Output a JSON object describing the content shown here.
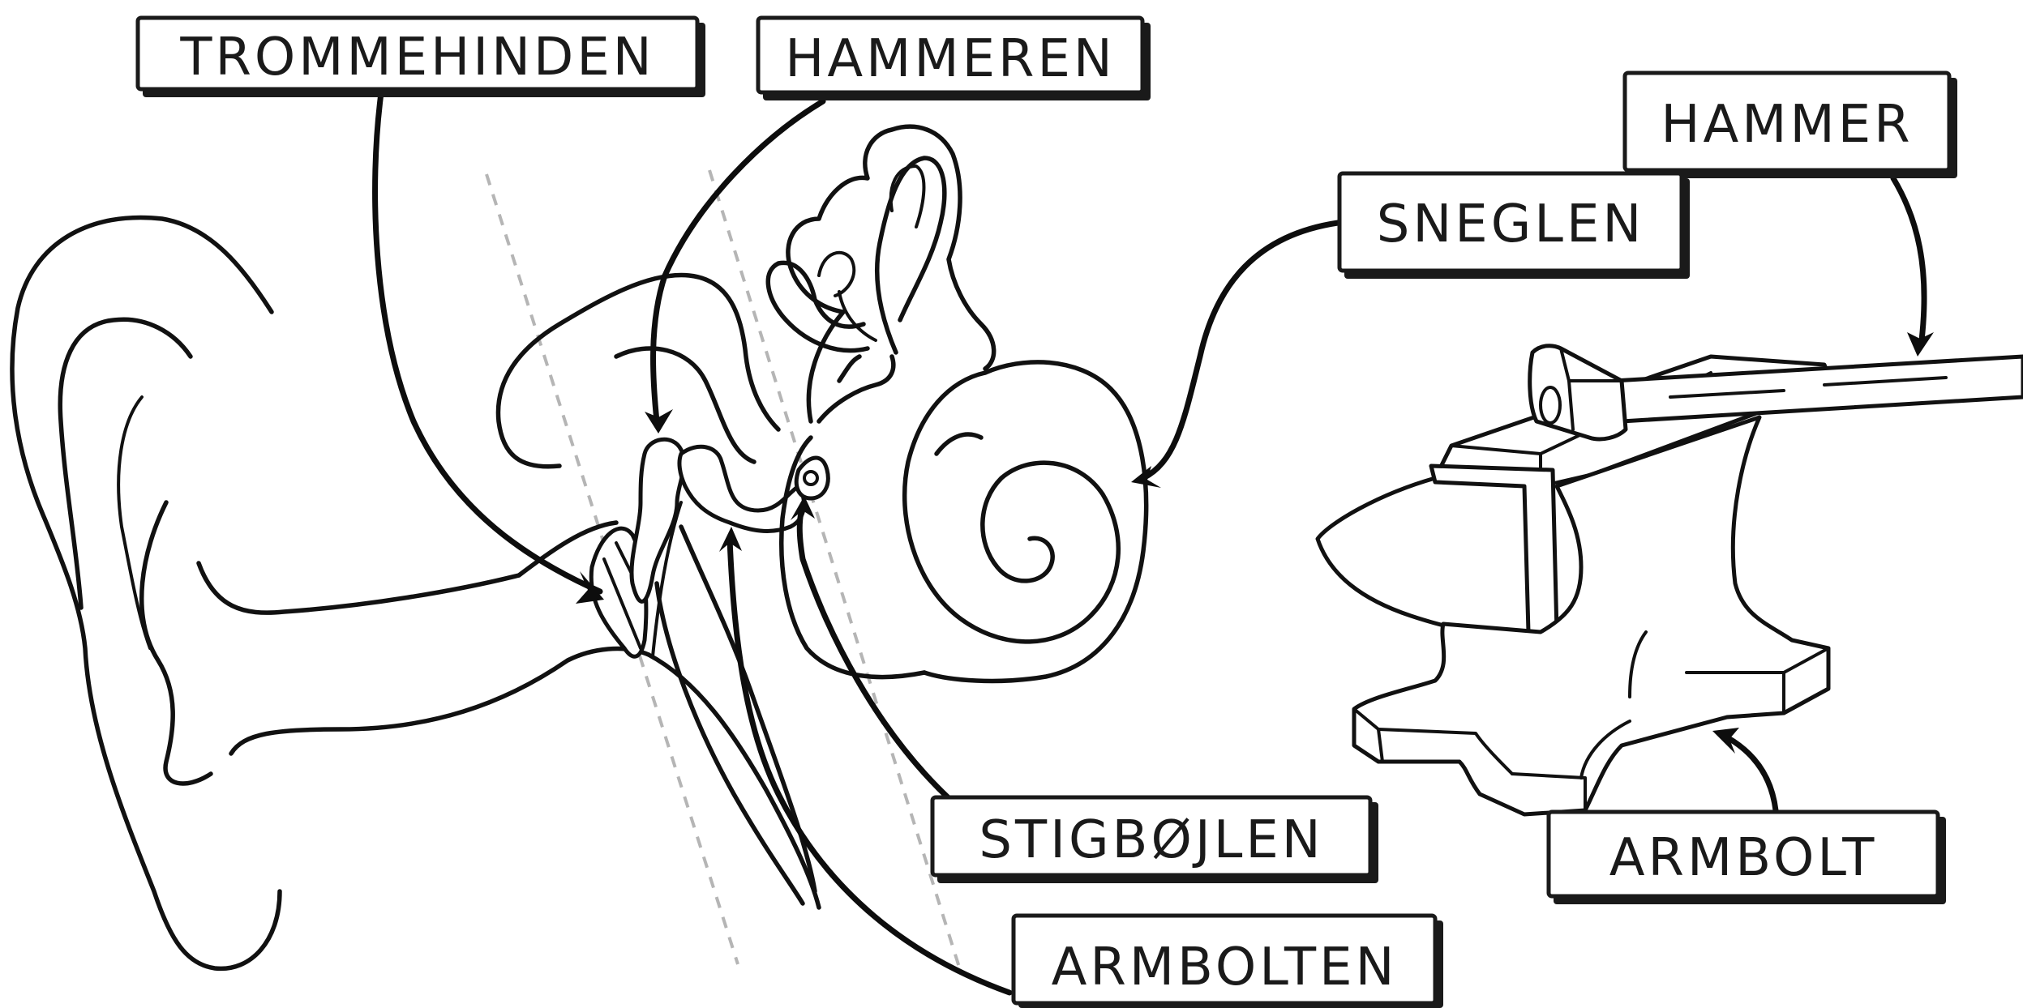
{
  "labels": {
    "trommehinden": "TROMMEHINDEN",
    "hammeren": "HAMMEREN",
    "hammer": "HAMMER",
    "sneglen": "SNEGLEN",
    "stigbojlen": "STIGBØJLEN",
    "armbolten": "ARMBOLTEN",
    "armbolt": "ARMBOLT"
  },
  "colors": {
    "ink": "#111111",
    "background": "#ffffff",
    "guide_dashes": "#b5b5b5"
  }
}
